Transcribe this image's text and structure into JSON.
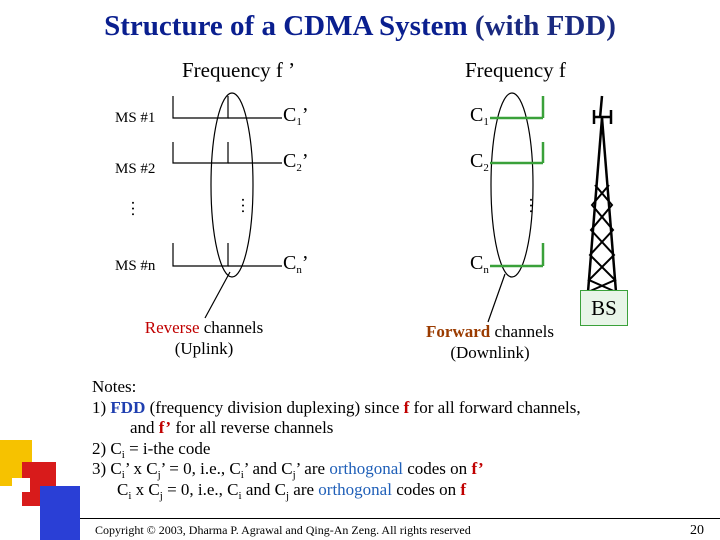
{
  "title": {
    "main": "Structure of a CDMA System",
    "paren": "(with FDD)"
  },
  "frequency_reverse": "Frequency f ’",
  "frequency_forward": "Frequency f",
  "mobiles": [
    "MS #1",
    "MS #2",
    "MS #n"
  ],
  "ellipsis": "…",
  "reverse_codes": [
    {
      "base": "C",
      "sub": "1",
      "suffix": "’"
    },
    {
      "base": "C",
      "sub": "2",
      "suffix": "’"
    },
    {
      "base": "C",
      "sub": "n",
      "suffix": "’"
    }
  ],
  "forward_codes": [
    {
      "base": "C",
      "sub": "1"
    },
    {
      "base": "C",
      "sub": "2"
    },
    {
      "base": "C",
      "sub": "n"
    }
  ],
  "reverse_channels": {
    "keyword": "Reverse",
    "rest": " channels",
    "sub": "(Uplink)",
    "color": "#c00000"
  },
  "forward_channels": {
    "keyword": "Forward",
    "rest": " channels",
    "sub": "(Downlink)",
    "color": "#9a3b00"
  },
  "bs_label": "BS",
  "colors": {
    "title": "#0a1f8f",
    "forward_lines": "#3aa13a",
    "bs_fill": "#e8f5e8",
    "accent_red": "#c00000"
  },
  "notes": {
    "heading": "Notes:",
    "n1_prefix": "1) ",
    "n1_fdd": "FDD",
    "n1_a": " (frequency division duplexing) since ",
    "n1_f": "f",
    "n1_b": " for all forward channels,",
    "n1_c": "and ",
    "n1_fp": "f’",
    "n1_d": " for all reverse channels",
    "n2_a": "2) C",
    "n2_sub": "i",
    "n2_b": " = i-the code",
    "n3_a": "3) C",
    "n3_sub1": "i",
    "n3_b": "’ x C",
    "n3_sub2": "j",
    "n3_c": "’ = 0,  i.e.,  C",
    "n3_sub3": "i",
    "n3_d": "’ and C",
    "n3_sub4": "j",
    "n3_e": "’ are ",
    "n3_orth": "orthogonal",
    "n3_f": " codes on ",
    "n3_fp": "f’",
    "n4_a": "C",
    "n4_sub1": "i",
    "n4_b": " x C",
    "n4_sub2": "j",
    "n4_c": " = 0,  i.e.,  C",
    "n4_sub3": "i",
    "n4_d": " and C",
    "n4_sub4": "j",
    "n4_e": " are ",
    "n4_orth": "orthogonal",
    "n4_f": " codes on ",
    "n4_fv": "f"
  },
  "footer": "Copyright © 2003, Dharma P. Agrawal and Qing-An Zeng. All rights reserved",
  "page_number": "20"
}
